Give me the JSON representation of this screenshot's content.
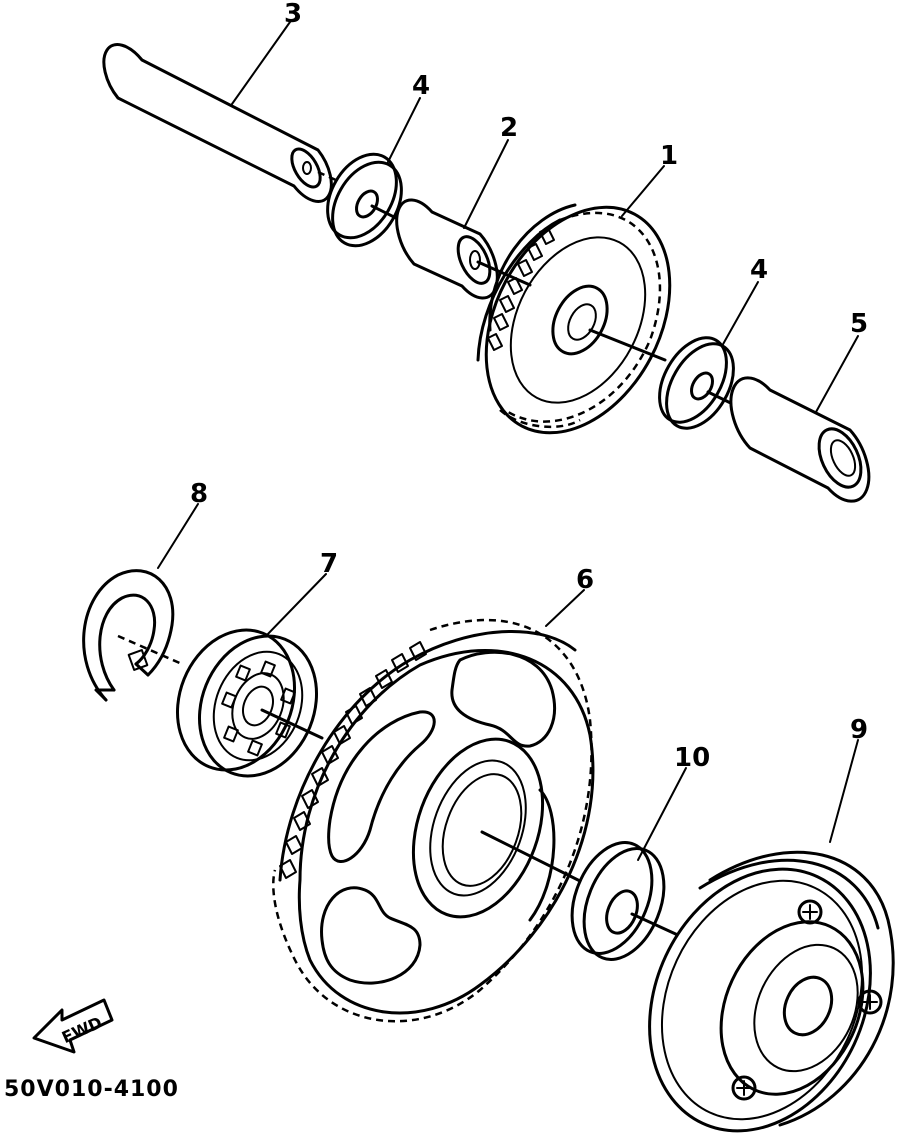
{
  "diagram": {
    "drawing_code": "50V010-4100",
    "fwd_label": "FWD",
    "callouts": [
      {
        "id": "part-1",
        "label": "1"
      },
      {
        "id": "part-2",
        "label": "2"
      },
      {
        "id": "part-3",
        "label": "3"
      },
      {
        "id": "part-4a",
        "label": "4"
      },
      {
        "id": "part-4b",
        "label": "4"
      },
      {
        "id": "part-5",
        "label": "5"
      },
      {
        "id": "part-6",
        "label": "6"
      },
      {
        "id": "part-7",
        "label": "7"
      },
      {
        "id": "part-8",
        "label": "8"
      },
      {
        "id": "part-9",
        "label": "9"
      },
      {
        "id": "part-10",
        "label": "10"
      }
    ]
  }
}
